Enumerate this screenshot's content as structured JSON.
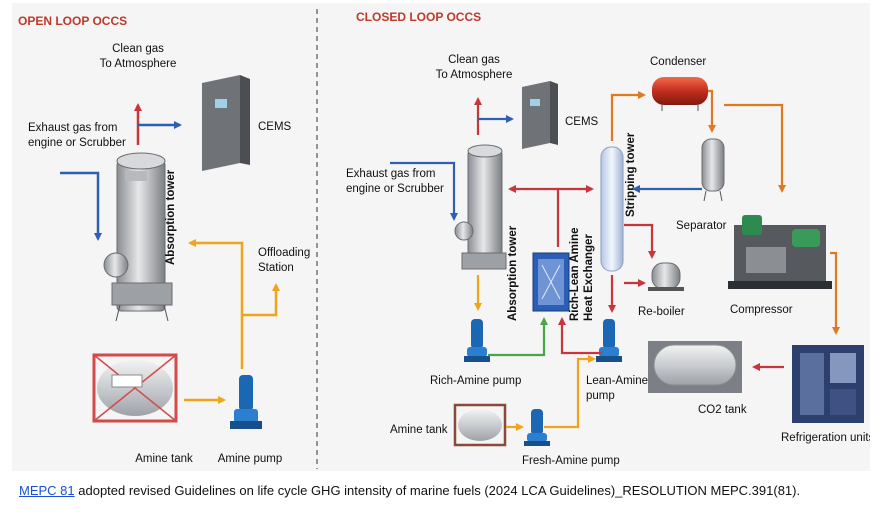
{
  "open_loop": {
    "heading": "OPEN LOOP OCCS",
    "clean_gas": [
      "Clean gas",
      "To Atmosphere"
    ],
    "cems": "CEMS",
    "exhaust": [
      "Exhaust gas from",
      "engine or Scrubber"
    ],
    "absorption_tower": "Absorption tower",
    "offloading": [
      "Offloading",
      "Station"
    ],
    "amine_tank": "Amine tank",
    "amine_pump": "Amine pump"
  },
  "closed_loop": {
    "heading": "CLOSED LOOP OCCS",
    "clean_gas": [
      "Clean gas",
      "To Atmosphere"
    ],
    "cems": "CEMS",
    "condenser": "Condenser",
    "exhaust": [
      "Exhaust gas from",
      "engine or Scrubber"
    ],
    "stripping_tower": "Stripping tower",
    "heat_exchanger": [
      "Rich-Lean Amine",
      "Heat Exchanger"
    ],
    "absorption_tower": "Absorption tower",
    "separator": "Separator",
    "compressor": "Compressor",
    "reboiler": "Re-boiler",
    "rich_amine_pump": "Rich-Amine pump",
    "lean_amine_pump": [
      "Lean-Amine",
      "pump"
    ],
    "co2_tank": "CO2 tank",
    "refrigeration": "Refrigeration units",
    "amine_tank": "Amine tank",
    "fresh_amine_pump": "Fresh-Amine pump"
  },
  "caption": {
    "link_text": "MEPC 81",
    "text": " adopted revised Guidelines on life cycle GHG intensity of marine fuels (2024 LCA Guidelines)_RESOLUTION MEPC.391(81)."
  },
  "colors": {
    "blue_flow": "#2e5fb0",
    "red_flow": "#c9353a",
    "orange_flow": "#f0a419",
    "green_flow": "#4aa54a",
    "dark_orange_flow": "#e07a22"
  }
}
